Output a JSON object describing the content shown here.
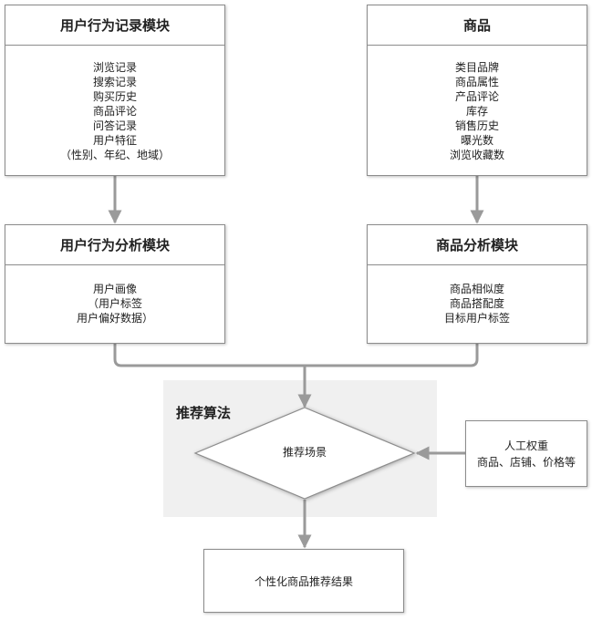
{
  "user_record": {
    "title": "用户行为记录模块",
    "items": [
      "浏览记录",
      "搜索记录",
      "购买历史",
      "商品评论",
      "问答记录",
      "用户特征",
      "（性别、年纪、地域）"
    ]
  },
  "product": {
    "title": "商品",
    "items": [
      "类目品牌",
      "商品属性",
      "产品评论",
      "库存",
      "销售历史",
      "曝光数",
      "浏览收藏数"
    ]
  },
  "user_analysis": {
    "title": "用户行为分析模块",
    "items": [
      "用户画像",
      "（用户标签",
      "用户偏好数据）"
    ]
  },
  "product_analysis": {
    "title": "商品分析模块",
    "items": [
      "商品相似度",
      "商品搭配度",
      "目标用户标签"
    ]
  },
  "algorithm": {
    "title": "推荐算法",
    "decision": "推荐场景"
  },
  "weights": {
    "line1": "人工权重",
    "line2": "商品、店铺、价格等"
  },
  "result": {
    "label": "个性化商品推荐结果"
  },
  "colors": {
    "connector": "#9a9a9a",
    "panel_bg": "#f0f0f0",
    "border": "#8c8c8c"
  }
}
